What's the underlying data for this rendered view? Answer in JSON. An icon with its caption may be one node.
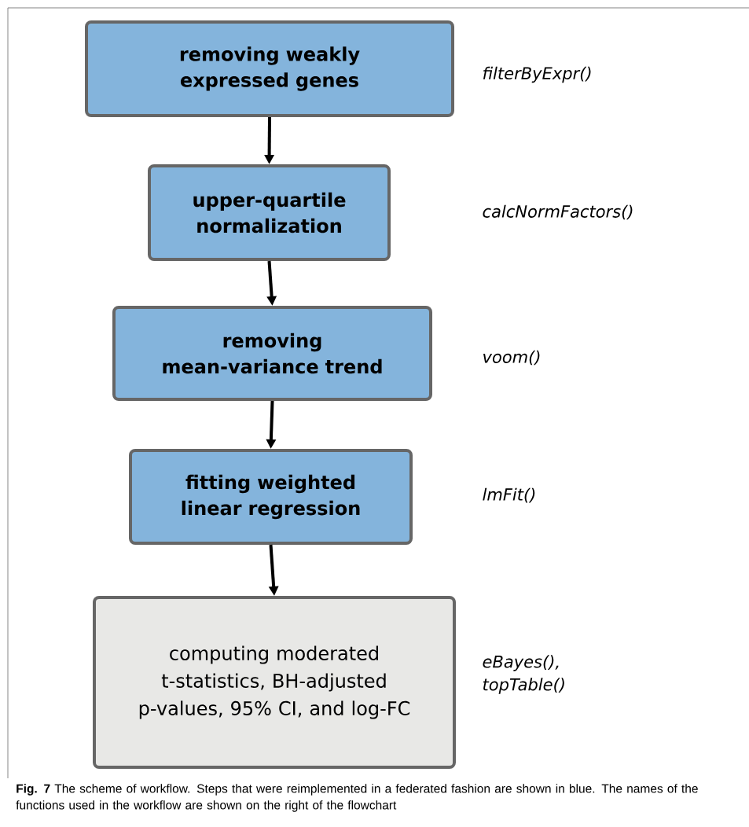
{
  "diagram": {
    "caption": "**Fig. 7** The scheme of workflow. Steps that were reimplemented in a federated fashion are shown in blue. The names of the functions used in the workflow are shown on the right of the flowchart",
    "nodes": [
      {
        "text": [
          "removing weakly expressed genes"
        ]
      },
      {
        "text": [
          "upper-quartile normalization"
        ]
      },
      {
        "text": [
          "removing mean-variance trend"
        ]
      },
      {
        "text": [
          "fitting weighted linear regression"
        ]
      },
      {
        "text": [
          "computing moderated t-statistics, BH-adjusted p-values, 95% CI, and log-FC"
        ]
      }
    ],
    "edges": [
      {
        "from": 0,
        "to": 1,
        "arrow": "to"
      },
      {
        "from": 1,
        "to": 2,
        "arrow": "to"
      },
      {
        "from": 2,
        "to": 3,
        "arrow": "to"
      },
      {
        "from": 3,
        "to": 4,
        "arrow": "to"
      }
    ],
    "labels": [
      "filterByExpr()",
      "calcNormFactors()",
      "voom()",
      "lmFit()",
      "eBayes(), topTable()"
    ]
  }
}
